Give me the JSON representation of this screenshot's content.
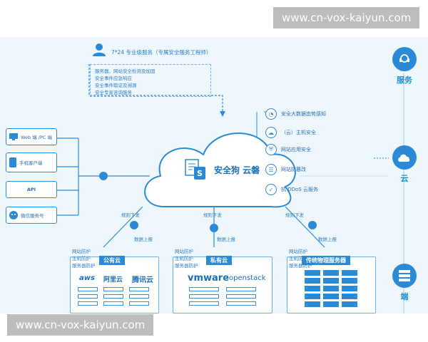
{
  "watermark": {
    "text": "www.cn-vox-kaiyun.com"
  },
  "header": {
    "title": "7*24 专业级服务（专属安全服务工程师）",
    "items": [
      "服务器、网站安全检测及加固",
      "安全事件应急响应",
      "安全事件取证及溯源",
      "安全专家咨询服务"
    ]
  },
  "clients": [
    {
      "label": "Web 端 /PC 端",
      "icon": "monitor-icon"
    },
    {
      "label": "手机客户端",
      "icon": "mobile-icon"
    },
    {
      "label": "API",
      "icon": "api-icon"
    },
    {
      "label": "微信服务号",
      "icon": "wechat-icon"
    }
  ],
  "cloud": {
    "title": "安全狗 云磐",
    "icon": "document-shield-icon"
  },
  "features": [
    {
      "label": "安全大数据态势感知",
      "icon": "pie-chart-icon"
    },
    {
      "label": "（云）主机安全",
      "icon": "cloud-icon"
    },
    {
      "label": "网站应用安全",
      "icon": "shield-icon"
    },
    {
      "label": "网站防篡改",
      "icon": "document-icon"
    },
    {
      "label": "抗 DDoS 云服务",
      "icon": "shield-check-icon"
    }
  ],
  "side_labels": {
    "service": "服务",
    "cloud": "云",
    "end": "端"
  },
  "link_labels": {
    "left": "规则下发",
    "middle": "规则下发",
    "right": "规则下发"
  },
  "data_labels": {
    "left": "数据上报",
    "middle": "数据上报",
    "right": "数据上报"
  },
  "protections": [
    "网站防护",
    "主机防护",
    "服务器防护"
  ],
  "targets": [
    {
      "title": "公有云",
      "logos": [
        "aws",
        "阿里云",
        "腾讯云"
      ]
    },
    {
      "title": "私有云",
      "logos": [
        "vmware",
        "openstack"
      ]
    },
    {
      "title": "传统物理服务器"
    }
  ],
  "colors": {
    "accent": "#2b8ad6",
    "background": "#eef7fc",
    "watermark": "#bdbdbd"
  }
}
